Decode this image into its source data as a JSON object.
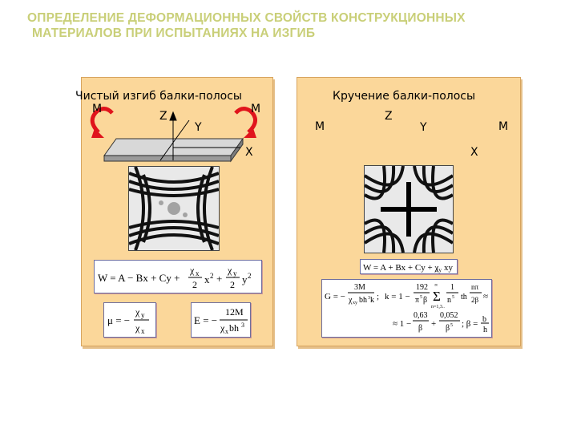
{
  "title": {
    "line1": "ОПРЕДЕЛЕНИЕ ДЕФОРМАЦИОННЫХ СВОЙСТВ КОНСТРУКЦИОННЫХ",
    "line2": "МАТЕРИАЛОВ ПРИ ИСПЫТАНИЯХ НА ИЗГИБ"
  },
  "left_panel": {
    "caption": "Чистый изгиб балки-полосы",
    "labels": {
      "m_left": "M",
      "m_right": "M",
      "z": "Z",
      "y": "Y",
      "x": "X"
    },
    "formula_main": "W = A − Bx + Cy + χx/2 x² + χy/2 y²",
    "formula_mu": "μ = − χy / χx",
    "formula_e": "E = − 12M / (χx bh³)"
  },
  "right_panel": {
    "caption": "Кручение балки-полосы",
    "labels": {
      "m_left": "M",
      "m_right": "M",
      "z": "Z",
      "y": "Y",
      "x": "X"
    },
    "formula_main": "W = A + Bx + Cy + χxy xy",
    "formula_g_line1": "G = − 3M / (χxy bh³k) ;  k = 1 − 192/(π⁵β) Σ 1/n⁵ th(nπ/2β) ≈",
    "formula_g_line2": "≈ 1 − 0,63/β + 0,052/β⁵ ;  β = b/h"
  },
  "colors": {
    "panel": "#fbd79a",
    "title": "#c9cf78",
    "arrow": "#e0141c"
  }
}
